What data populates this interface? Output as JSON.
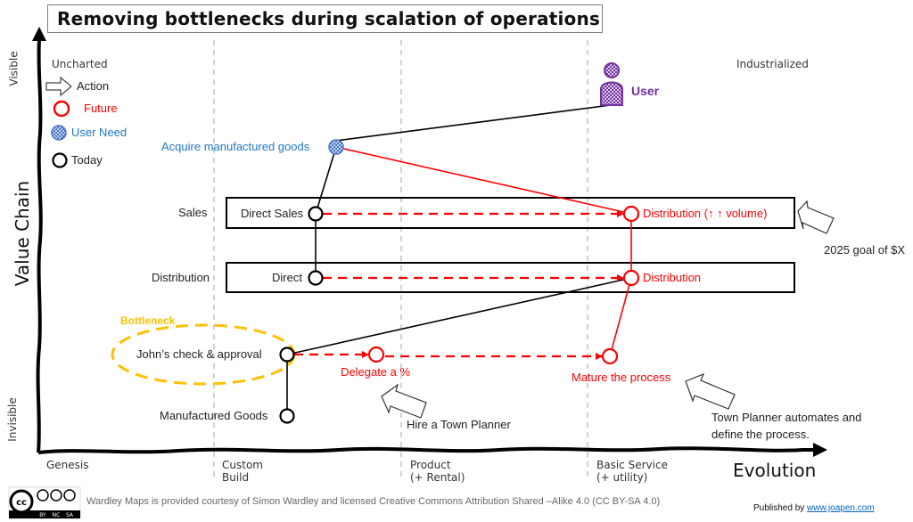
{
  "title": "Removing bottlenecks during scalation of operations",
  "axes": {
    "y_label": "Value Chain",
    "y_top": "Visible",
    "y_bottom": "Invisible",
    "x_label": "Evolution",
    "stages": [
      "Genesis",
      "Custom\nBuild",
      "Product\n(+ Rental)",
      "Basic Service\n(+ utility)"
    ],
    "stage_lines": [
      "Custom",
      "Build",
      "Product",
      "(+ Rental)",
      "Basic Service",
      "(+ utility)"
    ],
    "top_left": "Uncharted",
    "top_right": "Industrialized"
  },
  "legend": {
    "action": "Action",
    "future": "Future",
    "user_need": "User Need",
    "today": "Today"
  },
  "colors": {
    "today": "#000000",
    "future": "#ff0000",
    "user_need": "#4472c4",
    "user": "#7030a0",
    "bottleneck": "#ffc000",
    "grid": "#a6a6a6"
  },
  "user": {
    "label": "User"
  },
  "user_need": {
    "label": "Acquire manufactured goods"
  },
  "rows": {
    "sales": "Sales",
    "distribution": "Distribution"
  },
  "components": {
    "direct_sales": "Direct Sales",
    "direct": "Direct",
    "johns_check": "John’s check & approval",
    "manufactured_goods": "Manufactured Goods"
  },
  "future_components": {
    "distribution_volume": "Distribution (↑ ↑ volume)",
    "distribution": "Distribution",
    "delegate": "Delegate a %",
    "mature": "Mature the process"
  },
  "annotations": {
    "bottleneck": "Bottleneck",
    "goal": "2025 goal of $X",
    "hire": "Hire a Town Planner",
    "automate_line1": "Town Planner automates and",
    "automate_line2": "define the process."
  },
  "footer": {
    "license_badge": "cc BY NC SA",
    "credit": "Wardley Maps is provided courtesy of Simon Wardley and licensed  Creative Commons Attribution Shared –Alike 4.0 (CC BY-SA 4.0)",
    "published_prefix": "Published by ",
    "published_link": "www.joapen.com"
  }
}
